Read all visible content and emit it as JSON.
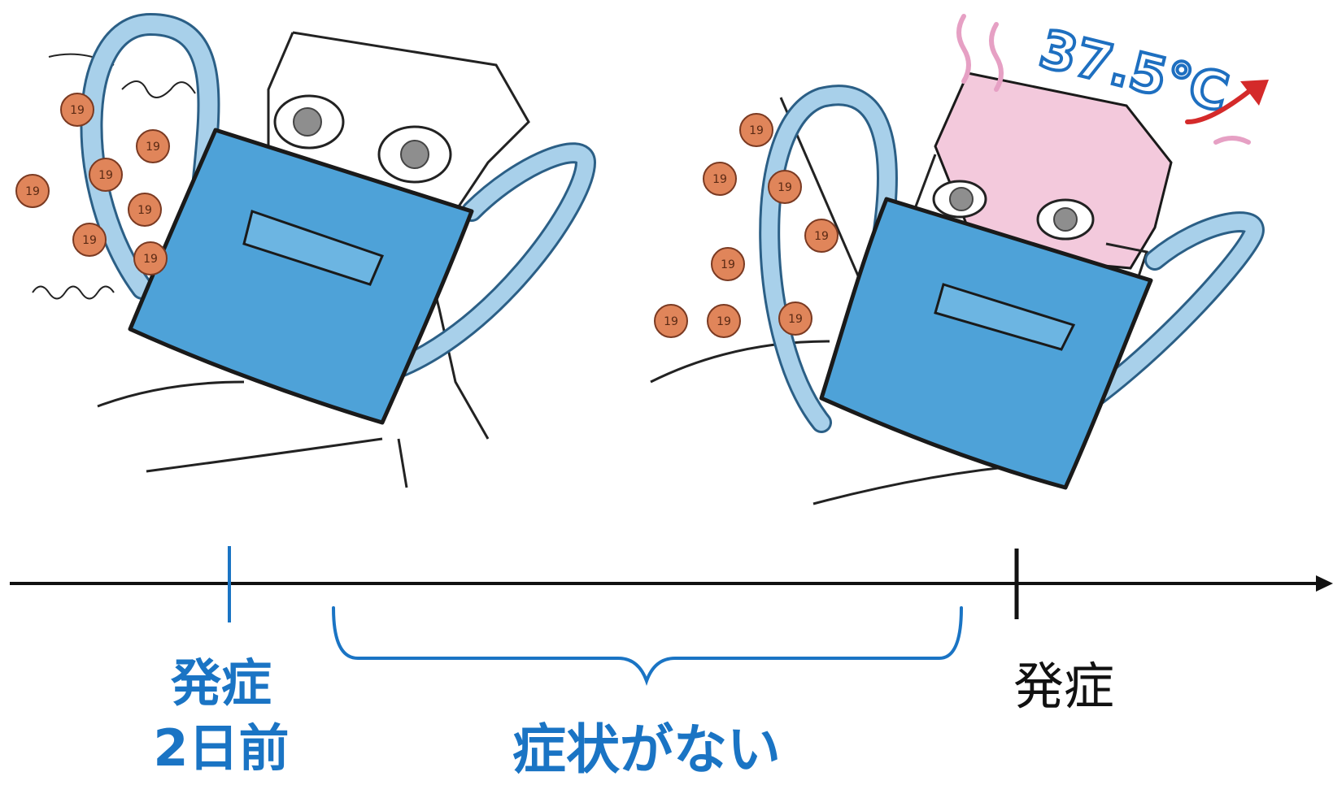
{
  "illustration": {
    "temperature_text": "37.5℃",
    "virus_label": "19",
    "colors": {
      "mask_blue": "#4ea2d8",
      "mask_strap": "#a8d0ea",
      "outline": "#1a1a1a",
      "virus": "#e0855a",
      "virus_stroke": "#7a3a22",
      "towel_pink": "#f3c9dc",
      "heat_pink": "#e6a0c4",
      "temp_blue": "#1e6fc0",
      "arrow_red": "#d42a2a"
    }
  },
  "timeline": {
    "pre_onset_label_line1": "発症",
    "pre_onset_label_line2": "2日前",
    "asymptomatic_label": "症状がない",
    "onset_label": "発症",
    "colors": {
      "accent_blue": "#1a74c4",
      "axis_black": "#111111"
    }
  }
}
